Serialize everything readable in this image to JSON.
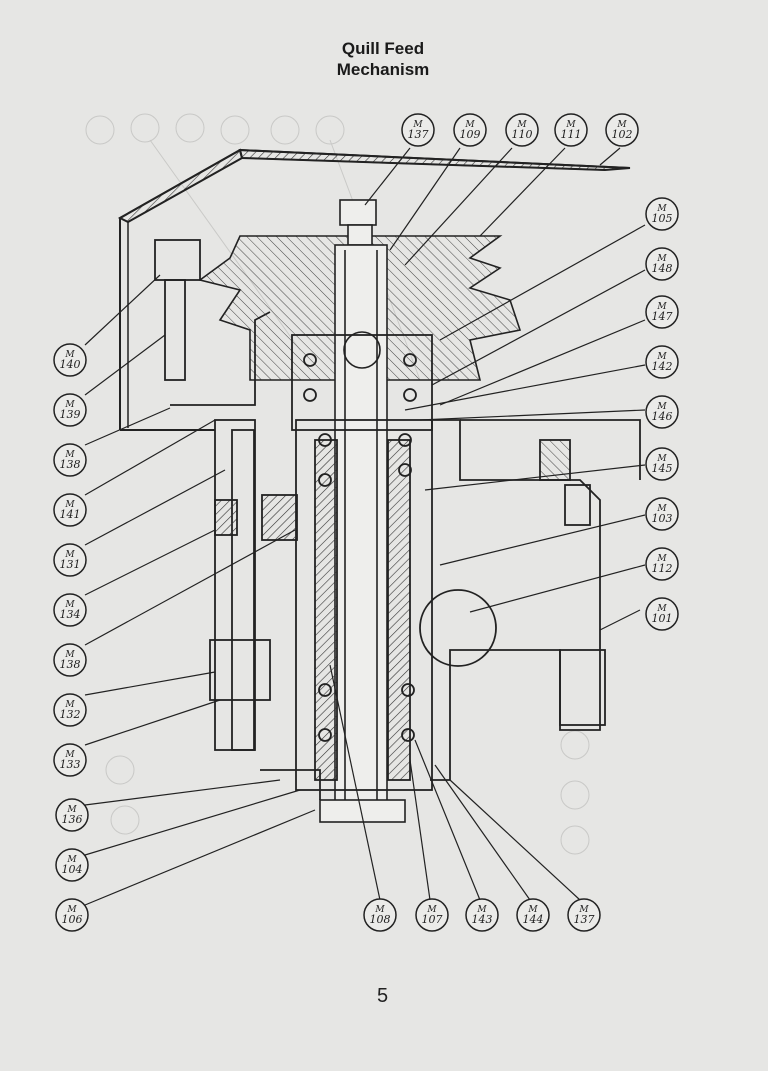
{
  "title": {
    "line1": "Quill Feed",
    "line2": "Mechanism"
  },
  "page_number": "5",
  "callouts": [
    {
      "id": "top-137",
      "prefix": "M",
      "num": "137"
    },
    {
      "id": "top-109",
      "prefix": "M",
      "num": "109"
    },
    {
      "id": "top-110",
      "prefix": "M",
      "num": "110"
    },
    {
      "id": "top-111",
      "prefix": "M",
      "num": "111"
    },
    {
      "id": "top-102",
      "prefix": "M",
      "num": "102"
    },
    {
      "id": "right-105",
      "prefix": "M",
      "num": "105"
    },
    {
      "id": "right-148",
      "prefix": "M",
      "num": "148"
    },
    {
      "id": "right-147",
      "prefix": "M",
      "num": "147"
    },
    {
      "id": "right-142",
      "prefix": "M",
      "num": "142"
    },
    {
      "id": "right-146",
      "prefix": "M",
      "num": "146"
    },
    {
      "id": "right-145",
      "prefix": "M",
      "num": "145"
    },
    {
      "id": "right-103",
      "prefix": "M",
      "num": "103"
    },
    {
      "id": "right-112",
      "prefix": "M",
      "num": "112"
    },
    {
      "id": "right-101",
      "prefix": "M",
      "num": "101"
    },
    {
      "id": "left-140",
      "prefix": "M",
      "num": "140"
    },
    {
      "id": "left-139",
      "prefix": "M",
      "num": "139"
    },
    {
      "id": "left-138a",
      "prefix": "M",
      "num": "138"
    },
    {
      "id": "left-141",
      "prefix": "M",
      "num": "141"
    },
    {
      "id": "left-131",
      "prefix": "M",
      "num": "131"
    },
    {
      "id": "left-134",
      "prefix": "M",
      "num": "134"
    },
    {
      "id": "left-138b",
      "prefix": "M",
      "num": "138"
    },
    {
      "id": "left-132",
      "prefix": "M",
      "num": "132"
    },
    {
      "id": "left-133",
      "prefix": "M",
      "num": "133"
    },
    {
      "id": "left-136",
      "prefix": "M",
      "num": "136"
    },
    {
      "id": "left-104",
      "prefix": "M",
      "num": "104"
    },
    {
      "id": "left-106",
      "prefix": "M",
      "num": "106"
    },
    {
      "id": "bot-108",
      "prefix": "M",
      "num": "108"
    },
    {
      "id": "bot-107",
      "prefix": "M",
      "num": "107"
    },
    {
      "id": "bot-143",
      "prefix": "M",
      "num": "143"
    },
    {
      "id": "bot-144",
      "prefix": "M",
      "num": "144"
    },
    {
      "id": "bot-137",
      "prefix": "M",
      "num": "137"
    }
  ]
}
